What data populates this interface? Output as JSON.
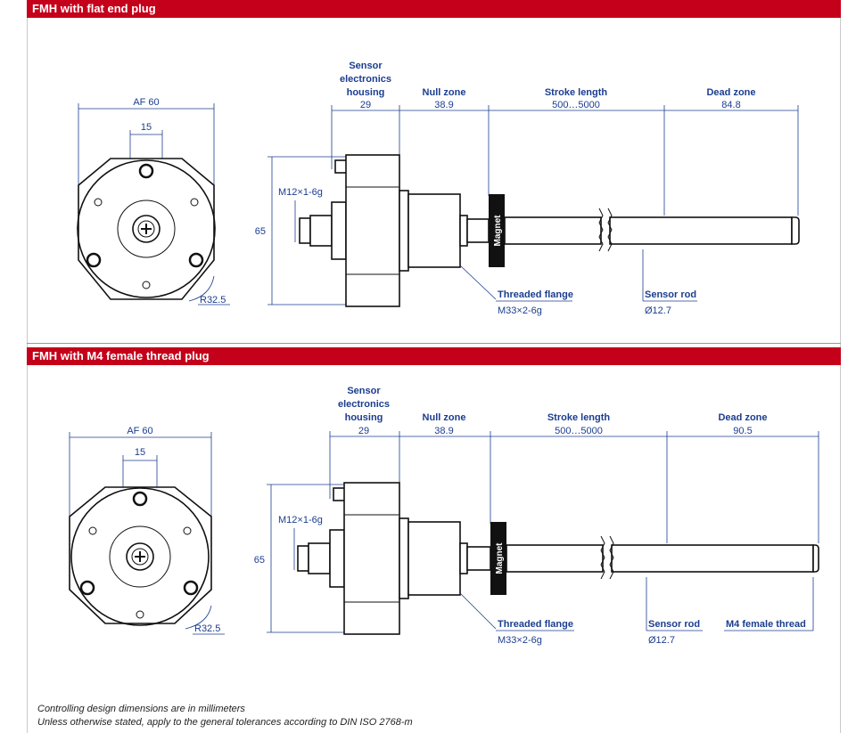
{
  "sections": [
    {
      "title": "FMH with flat end plug",
      "front": {
        "af_label": "AF 60",
        "connector_label": "15",
        "radius_label": "R32.5"
      },
      "side": {
        "housing_label": [
          "Sensor",
          "electronics",
          "housing"
        ],
        "housing_value": "29",
        "null_label": "Null zone",
        "null_value": "38.9",
        "stroke_label": "Stroke length",
        "stroke_value": "500…5000",
        "dead_label": "Dead zone",
        "dead_value": "84.8",
        "height_value": "65",
        "thread_label": "M12×1-6g",
        "magnet_label": "Magnet",
        "flange_label": "Threaded flange",
        "flange_value": "M33×2-6g",
        "rod_label": "Sensor rod",
        "rod_value": "Ø12.7",
        "end_label": ""
      }
    },
    {
      "title": "FMH with M4 female thread plug",
      "front": {
        "af_label": "AF 60",
        "connector_label": "15",
        "radius_label": "R32.5"
      },
      "side": {
        "housing_label": [
          "Sensor",
          "electronics",
          "housing"
        ],
        "housing_value": "29",
        "null_label": "Null zone",
        "null_value": "38.9",
        "stroke_label": "Stroke length",
        "stroke_value": "500…5000",
        "dead_label": "Dead zone",
        "dead_value": "90.5",
        "height_value": "65",
        "thread_label": "M12×1-6g",
        "magnet_label": "Magnet",
        "flange_label": "Threaded flange",
        "flange_value": "M33×2-6g",
        "rod_label": "Sensor rod",
        "rod_value": "Ø12.7",
        "end_label": "M4 female thread"
      }
    }
  ],
  "footnotes": [
    "Controlling design dimensions are in millimeters",
    "Unless otherwise stated, apply to the general tolerances according to DIN ISO 2768-m"
  ]
}
